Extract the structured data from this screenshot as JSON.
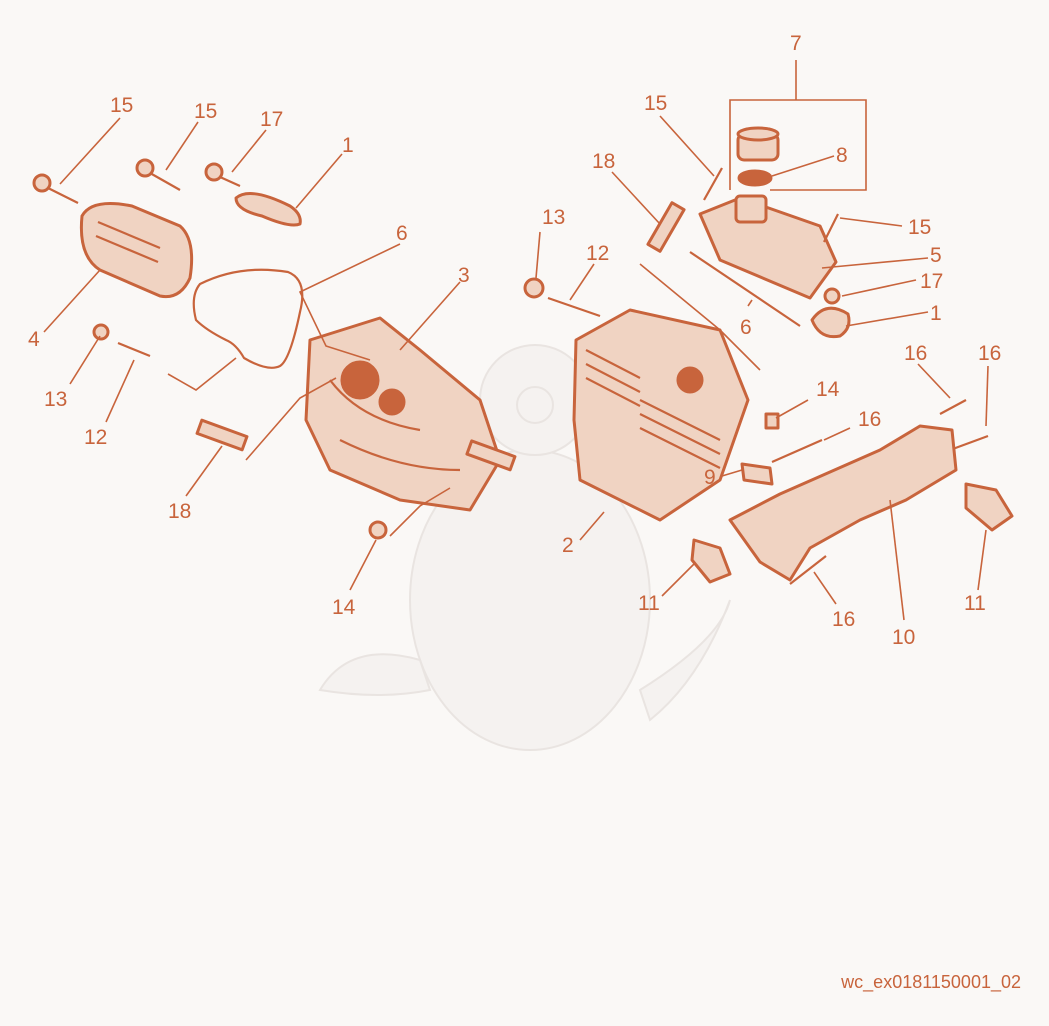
{
  "diagram": {
    "callouts": [
      {
        "id": "c15a",
        "label": "15"
      },
      {
        "id": "c15b",
        "label": "15"
      },
      {
        "id": "c17a",
        "label": "17"
      },
      {
        "id": "c1a",
        "label": "1"
      },
      {
        "id": "c6a",
        "label": "6"
      },
      {
        "id": "c3",
        "label": "3"
      },
      {
        "id": "c4",
        "label": "4"
      },
      {
        "id": "c13a",
        "label": "13"
      },
      {
        "id": "c12a",
        "label": "12"
      },
      {
        "id": "c18a",
        "label": "18"
      },
      {
        "id": "c14a",
        "label": "14"
      },
      {
        "id": "c7",
        "label": "7"
      },
      {
        "id": "c15c",
        "label": "15"
      },
      {
        "id": "c8",
        "label": "8"
      },
      {
        "id": "c18b",
        "label": "18"
      },
      {
        "id": "c13b",
        "label": "13"
      },
      {
        "id": "c12b",
        "label": "12"
      },
      {
        "id": "c15d",
        "label": "15"
      },
      {
        "id": "c5",
        "label": "5"
      },
      {
        "id": "c17b",
        "label": "17"
      },
      {
        "id": "c1b",
        "label": "1"
      },
      {
        "id": "c6b",
        "label": "6"
      },
      {
        "id": "c16a",
        "label": "16"
      },
      {
        "id": "c16b",
        "label": "16"
      },
      {
        "id": "c14b",
        "label": "14"
      },
      {
        "id": "c16c",
        "label": "16"
      },
      {
        "id": "c9",
        "label": "9"
      },
      {
        "id": "c2",
        "label": "2"
      },
      {
        "id": "c11a",
        "label": "11"
      },
      {
        "id": "c16d",
        "label": "16"
      },
      {
        "id": "c10",
        "label": "10"
      },
      {
        "id": "c11b",
        "label": "11"
      }
    ],
    "figure_code": "wc_ex0181150001_02",
    "colors": {
      "accent": "#c8643c",
      "fill": "#f0d3c2",
      "background": "#faf8f6"
    }
  }
}
